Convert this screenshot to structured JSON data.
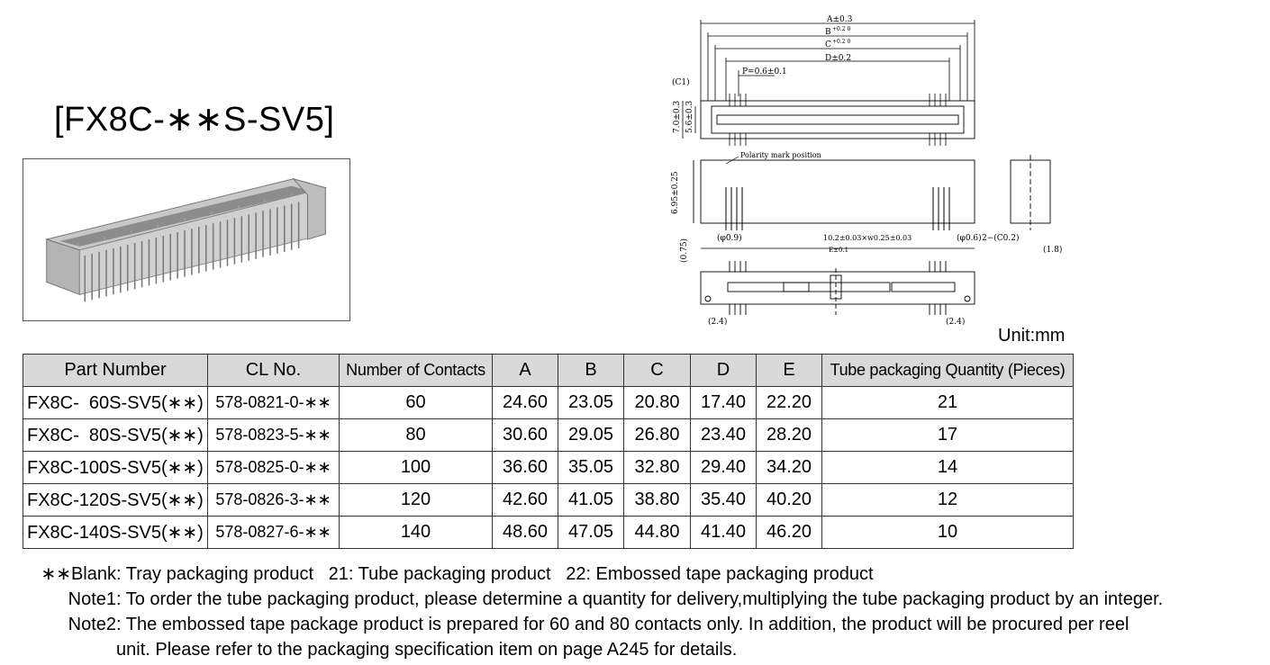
{
  "title": "[FX8C-∗∗S-SV5]",
  "unit_label": "Unit:mm",
  "drawing": {
    "dim_a": "A±0.3",
    "dim_b": "B",
    "dim_b_tol": "+0.2 0",
    "dim_c": "C",
    "dim_c_tol": "+0.2 0",
    "dim_d": "D±0.2",
    "pitch": "P=0.6±0.1",
    "c1": "(C1)",
    "h_outer": "7.0±0.3",
    "h_inner": "5.6±0.3",
    "polarity": "Polarity mark position",
    "height": "6.95±0.25",
    "phi09": "(φ0.9)",
    "phi06": "(φ0.6)",
    "lead_dim": "10.2±0.03×w0.25±0.03",
    "chamfer": "2−(C0.2)",
    "e_dim": "E±0.1",
    "dim_075": "(0.75)",
    "dim_18": "(1.8)",
    "dim_24_left": "(2.4)",
    "dim_24_right": "(2.4)"
  },
  "table": {
    "headers": [
      "Part Number",
      "CL No.",
      "Number of Contacts",
      "A",
      "B",
      "C",
      "D",
      "E",
      "Tube packaging Quantity (Pieces)"
    ],
    "rows": [
      [
        "FX8C-  60S-SV5(∗∗)",
        "578-0821-0-∗∗",
        "60",
        "24.60",
        "23.05",
        "20.80",
        "17.40",
        "22.20",
        "21"
      ],
      [
        "FX8C-  80S-SV5(∗∗)",
        "578-0823-5-∗∗",
        "80",
        "30.60",
        "29.05",
        "26.80",
        "23.40",
        "28.20",
        "17"
      ],
      [
        "FX8C-100S-SV5(∗∗)",
        "578-0825-0-∗∗",
        "100",
        "36.60",
        "35.05",
        "32.80",
        "29.40",
        "34.20",
        "14"
      ],
      [
        "FX8C-120S-SV5(∗∗)",
        "578-0826-3-∗∗",
        "120",
        "42.60",
        "41.05",
        "38.80",
        "35.40",
        "40.20",
        "12"
      ],
      [
        "FX8C-140S-SV5(∗∗)",
        "578-0827-6-∗∗",
        "140",
        "48.60",
        "47.05",
        "44.80",
        "41.40",
        "46.20",
        "10"
      ]
    ]
  },
  "notes": {
    "blank_label": "∗∗Blank",
    "blank_text": ": Tray packaging product   21: Tube packaging product   22: Embossed tape packaging product",
    "note1_label": "Note1",
    "note1_text": ": To order the tube packaging product, please determine a quantity for delivery,multiplying the tube packaging product by an integer.",
    "note2_label": "Note2",
    "note2_text": ": The embossed tape package product is prepared for 60 and 80 contacts only. In addition, the product will be procured per reel",
    "note2_cont": "unit. Please refer to the packaging specification item on page A245 for details."
  }
}
